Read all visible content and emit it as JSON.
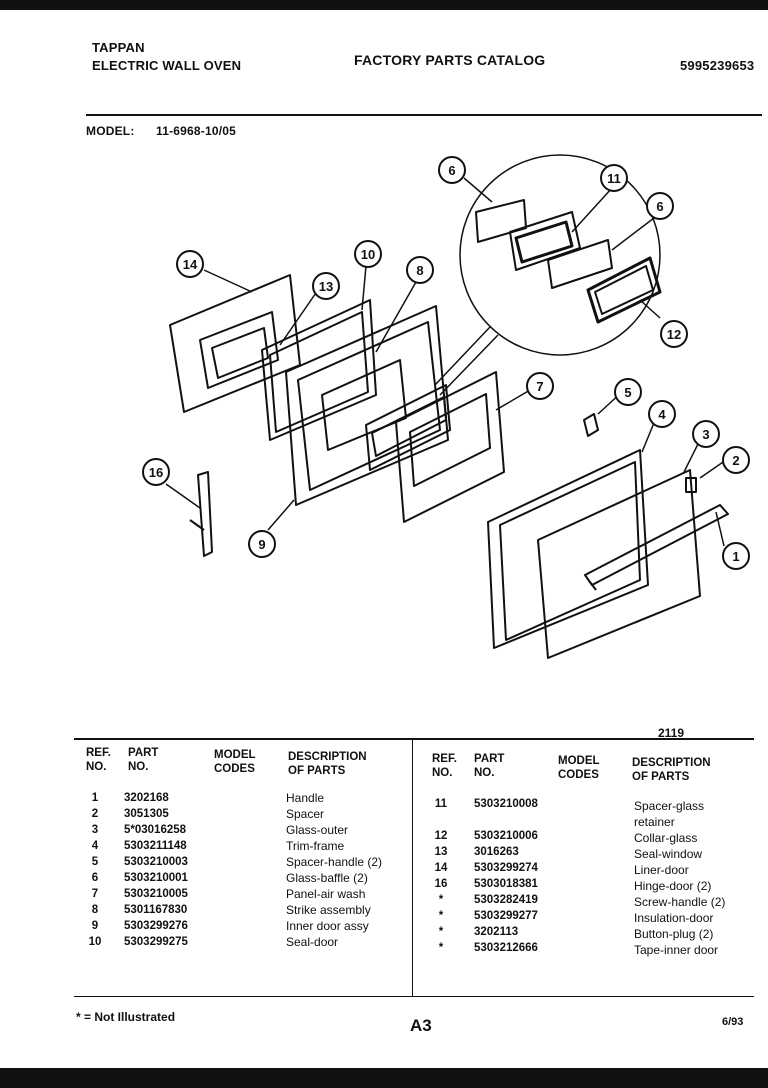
{
  "header": {
    "brand": "TAPPAN",
    "product": "ELECTRIC WALL OVEN",
    "catalog_title": "FACTORY PARTS CATALOG",
    "catalog_number": "5995239653",
    "model_label": "MODEL:",
    "model_number": "11-6968-10/05"
  },
  "diagram": {
    "figure_number": "2119",
    "callouts": [
      "6",
      "11",
      "6",
      "14",
      "13",
      "10",
      "8",
      "12",
      "7",
      "5",
      "4",
      "3",
      "2",
      "16",
      "9",
      "1"
    ]
  },
  "table": {
    "headers": {
      "ref_no": "REF. NO.",
      "part_no": "PART NO.",
      "model_codes": "MODEL CODES",
      "description": "DESCRIPTION OF PARTS"
    },
    "left_rows": [
      {
        "ref": "1",
        "part": "3202168",
        "desc": "Handle"
      },
      {
        "ref": "2",
        "part": "3051305",
        "desc": "Spacer"
      },
      {
        "ref": "3",
        "part": "5*03016258",
        "desc": "Glass-outer"
      },
      {
        "ref": "4",
        "part": "5303211148",
        "desc": "Trim-frame"
      },
      {
        "ref": "5",
        "part": "5303210003",
        "desc": "Spacer-handle (2)"
      },
      {
        "ref": "6",
        "part": "5303210001",
        "desc": "Glass-baffle (2)"
      },
      {
        "ref": "7",
        "part": "5303210005",
        "desc": "Panel-air wash"
      },
      {
        "ref": "8",
        "part": "5301167830",
        "desc": "Strike assembly"
      },
      {
        "ref": "9",
        "part": "5303299276",
        "desc": "Inner door assy"
      },
      {
        "ref": "10",
        "part": "5303299275",
        "desc": "Seal-door"
      }
    ],
    "right_rows": [
      {
        "ref": "11",
        "part": "5303210008",
        "desc": "Spacer-glass retainer"
      },
      {
        "ref": "12",
        "part": "5303210006",
        "desc": "Collar-glass"
      },
      {
        "ref": "13",
        "part": "3016263",
        "desc": "Seal-window"
      },
      {
        "ref": "14",
        "part": "5303299274",
        "desc": "Liner-door"
      },
      {
        "ref": "16",
        "part": "5303018381",
        "desc": "Hinge-door (2)"
      },
      {
        "ref": "*",
        "part": "5303282419",
        "desc": "Screw-handle (2)"
      },
      {
        "ref": "*",
        "part": "5303299277",
        "desc": "Insulation-door"
      },
      {
        "ref": "*",
        "part": "3202113",
        "desc": "Button-plug (2)"
      },
      {
        "ref": "*",
        "part": "5303212666",
        "desc": "Tape-inner door"
      }
    ]
  },
  "footer": {
    "note": "* = Not Illustrated",
    "page": "A3",
    "date": "6/93"
  }
}
